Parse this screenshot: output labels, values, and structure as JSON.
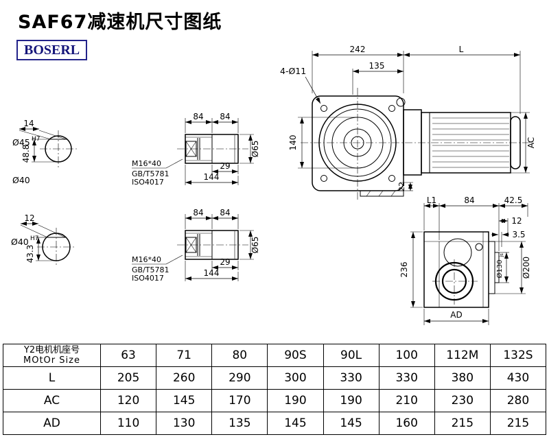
{
  "colors": {
    "background": "#ffffff",
    "line": "#000000",
    "brand_text": "#15157a",
    "title_text": "#000000"
  },
  "header": {
    "title": "SAF67减速机尺寸图纸",
    "brand": "BOSERL"
  },
  "drawing": {
    "end_view_top": {
      "keyway_width": "14",
      "bore": "Ø45",
      "bore_tol": "H7",
      "keyway_height": "48.8",
      "shaft_note": "Ø40"
    },
    "end_view_bottom": {
      "keyway_width": "12",
      "bore": "Ø40",
      "bore_tol": "H7",
      "keyway_height": "43.3"
    },
    "shaft_view_top": {
      "len_a": "84",
      "len_b": "84",
      "len_c": "29",
      "len_total": "144",
      "dia": "Ø65",
      "bolt": "M16*40",
      "std_1": "GB/T5781",
      "std_2": "ISO4017"
    },
    "shaft_view_bottom": {
      "len_a": "84",
      "len_b": "84",
      "len_c": "29",
      "len_total": "144",
      "dia": "Ø65",
      "bolt": "M16*40",
      "std_1": "GB/T5781",
      "std_2": "ISO4017"
    },
    "front_view": {
      "width_gear": "242",
      "width_motor": "L",
      "flange_offset": "135",
      "holes": "4-Ø11",
      "flange_height": "140",
      "foot_height": "22",
      "motor_height": "AC"
    },
    "side_view": {
      "dim_l1": "L1",
      "dim_84": "84",
      "dim_42_5": "42.5",
      "dim_12": "12",
      "dim_3_5": "3.5",
      "height": "236",
      "spigot_dia": "Ø130",
      "spigot_tol": "js",
      "flange_dia": "Ø200",
      "width_ad": "AD"
    }
  },
  "table": {
    "row_label_cn": "Y2电机机座号",
    "row_label_en": "MOtOr Size",
    "sizes": [
      "63",
      "71",
      "80",
      "90S",
      "90L",
      "100",
      "112M",
      "132S"
    ],
    "rows": [
      {
        "label": "L",
        "values": [
          "205",
          "260",
          "290",
          "300",
          "330",
          "330",
          "380",
          "430"
        ]
      },
      {
        "label": "AC",
        "values": [
          "120",
          "145",
          "170",
          "190",
          "190",
          "210",
          "230",
          "280"
        ]
      },
      {
        "label": "AD",
        "values": [
          "110",
          "130",
          "135",
          "145",
          "145",
          "160",
          "215",
          "215"
        ]
      }
    ]
  }
}
